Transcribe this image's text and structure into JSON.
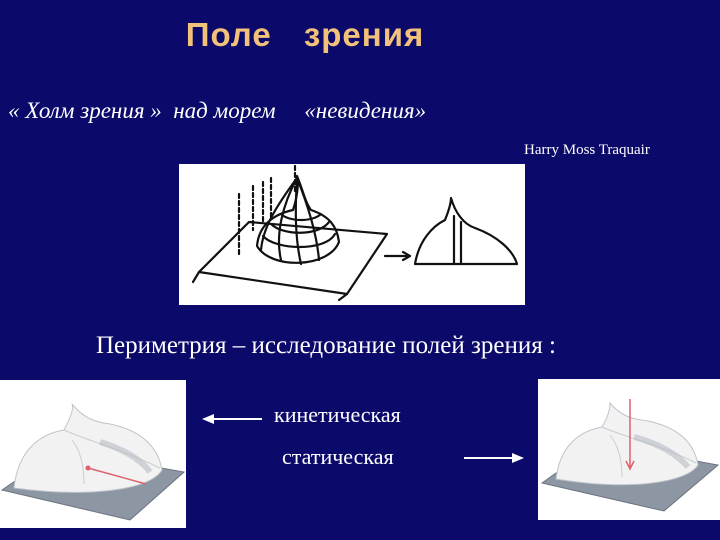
{
  "slide": {
    "title": "Поле   зрения",
    "subtitle": "« Холм зрения »  над морем     «невидения»",
    "author": "Harry Moss Traquair",
    "perimetry_heading": "Периметрия – исследование полей зрения :",
    "method_kinetic": "кинетическая",
    "method_static": "статическая"
  },
  "colors": {
    "background": "#0b0a6b",
    "title": "#f3c27a",
    "text": "#ffffff"
  }
}
